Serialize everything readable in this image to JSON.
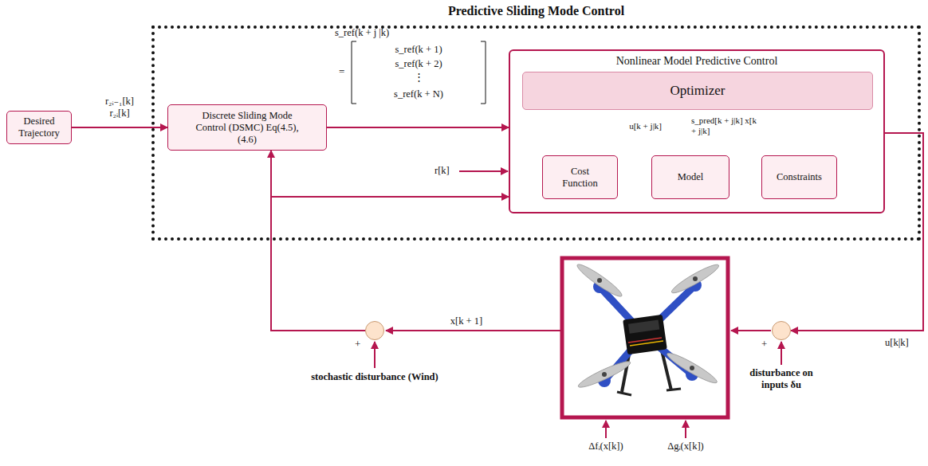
{
  "diagram": {
    "nodes": [
      {
        "text": [
          "Predictive Sliding Mode Control"
        ]
      },
      {
        "text": [
          "Desired Trajectory"
        ]
      },
      {
        "text": [
          "Discrete Sliding Mode Control (DSMC) Eq(4.5),(4.6)"
        ],
        "in": 0
      },
      {
        "text": [
          "Nonlinear Model Predictive Control"
        ],
        "in": 0
      },
      {
        "text": [
          "Optimizer"
        ],
        "in": 3
      },
      {
        "text": [
          "Cost Function"
        ],
        "in": 3
      },
      {
        "text": [
          "Model"
        ],
        "in": 3
      },
      {
        "text": [
          "Constraints"
        ],
        "in": 3
      },
      {
        "text": [
          "+"
        ]
      },
      {
        "text": [
          "+"
        ]
      }
    ],
    "edges": [
      {
        "from": 1,
        "to": 2,
        "label": "r₂ᵢ₋₁[k] r₂ᵢ[k]",
        "arrow": "to"
      },
      {
        "from": 2,
        "to": 3,
        "arrow": "to"
      },
      {
        "from": 3,
        "to": 9,
        "label": "u[k|k]",
        "arrow": "to"
      },
      {
        "from": 8,
        "to": 2,
        "arrow": "to"
      },
      {
        "from": 8,
        "to": 3,
        "arrow": "to"
      },
      {
        "from": 5,
        "to": 4,
        "arrow": "to"
      },
      {
        "from": 4,
        "to": 6,
        "label": "u[k + j|k]",
        "arrow": "to"
      },
      {
        "from": 6,
        "to": 4,
        "label": "s_pred[k + j|k] x[k + j|k]",
        "arrow": "to"
      },
      {
        "from": 7,
        "to": 4,
        "arrow": "to"
      }
    ],
    "labels": [
      "s_ref(k + j |k)",
      "=",
      "s_ref(k + 1)",
      "s_ref(k + 2)",
      "⋮",
      "s_ref(k + N)",
      "r[k]",
      "x[k + 1]",
      "stochastic disturbance (Wind)",
      "disturbance on inputs δu",
      "Δfᵢ(x[k])",
      "Δgᵢ(x[k])"
    ]
  }
}
